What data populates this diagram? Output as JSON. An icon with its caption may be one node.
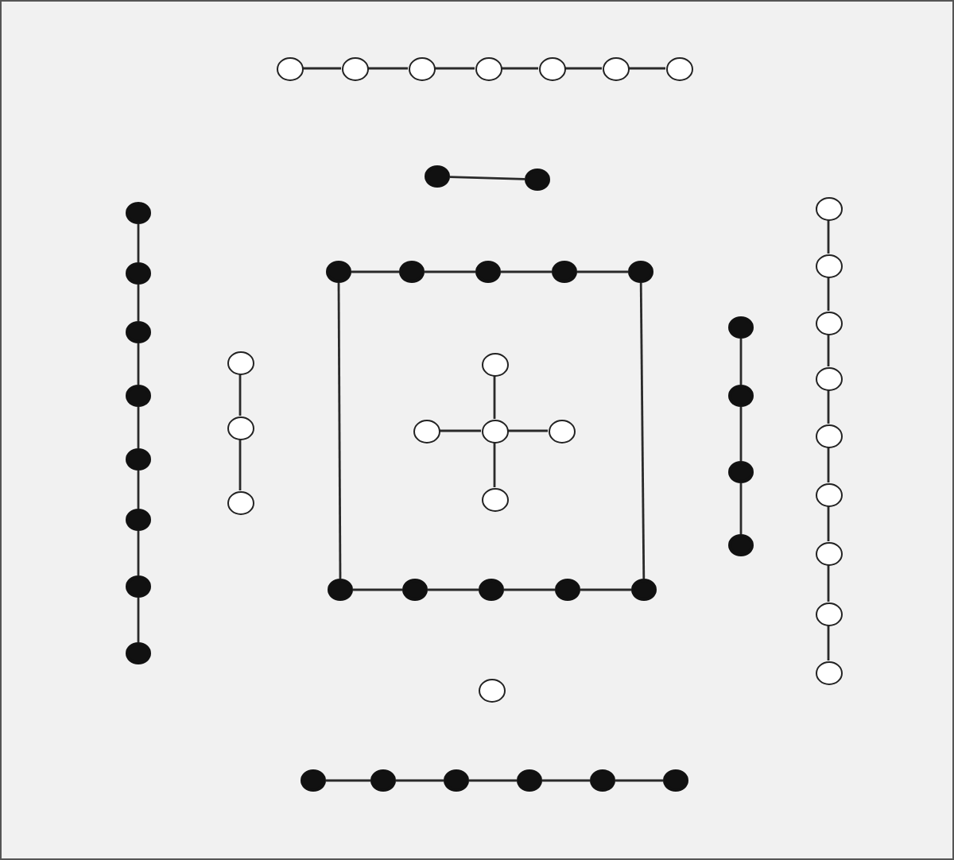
{
  "diagram": {
    "nodes": [
      {
        "text": [],
        "shape": "circle"
      },
      {
        "text": [],
        "shape": "circle"
      },
      {
        "text": [],
        "shape": "circle"
      },
      {
        "text": [],
        "shape": "circle"
      },
      {
        "text": [],
        "shape": "circle"
      },
      {
        "text": [],
        "shape": "circle"
      },
      {
        "text": [],
        "shape": "circle"
      },
      {
        "text": [],
        "shape": "dot"
      },
      {
        "text": [],
        "shape": "dot"
      },
      {
        "text": [],
        "shape": "dot"
      },
      {
        "text": [],
        "shape": "dot"
      },
      {
        "text": [],
        "shape": "dot"
      },
      {
        "text": [],
        "shape": "dot"
      },
      {
        "text": [],
        "shape": "dot"
      },
      {
        "text": [],
        "shape": "dot"
      },
      {
        "text": [],
        "shape": "dot"
      },
      {
        "text": [],
        "shape": "dot"
      },
      {
        "text": [],
        "shape": "circle"
      },
      {
        "text": [],
        "shape": "circle"
      },
      {
        "text": [],
        "shape": "circle"
      },
      {
        "text": [],
        "shape": "dot"
      },
      {
        "text": [],
        "shape": "dot"
      },
      {
        "text": [],
        "shape": "dot"
      },
      {
        "text": [],
        "shape": "dot"
      },
      {
        "text": [],
        "shape": "dot"
      },
      {
        "text": [],
        "shape": "circle"
      },
      {
        "text": [],
        "shape": "circle"
      },
      {
        "text": [],
        "shape": "circle"
      },
      {
        "text": [],
        "shape": "circle"
      },
      {
        "text": [],
        "shape": "circle"
      },
      {
        "text": [],
        "shape": "dot"
      },
      {
        "text": [],
        "shape": "dot"
      },
      {
        "text": [],
        "shape": "dot"
      },
      {
        "text": [],
        "shape": "dot"
      },
      {
        "text": [],
        "shape": "dot"
      },
      {
        "text": [],
        "shape": "dot"
      },
      {
        "text": [],
        "shape": "dot"
      },
      {
        "text": [],
        "shape": "dot"
      },
      {
        "text": [],
        "shape": "dot"
      },
      {
        "text": [],
        "shape": "circle"
      },
      {
        "text": [],
        "shape": "circle"
      },
      {
        "text": [],
        "shape": "circle"
      },
      {
        "text": [],
        "shape": "circle"
      },
      {
        "text": [],
        "shape": "circle"
      },
      {
        "text": [],
        "shape": "circle"
      },
      {
        "text": [],
        "shape": "circle"
      },
      {
        "text": [],
        "shape": "circle"
      },
      {
        "text": [],
        "shape": "circle"
      },
      {
        "text": [],
        "shape": "circle"
      },
      {
        "text": [],
        "shape": "dot"
      },
      {
        "text": [],
        "shape": "dot"
      },
      {
        "text": [],
        "shape": "dot"
      },
      {
        "text": [],
        "shape": "dot"
      },
      {
        "text": [],
        "shape": "dot"
      },
      {
        "text": [],
        "shape": "dot"
      }
    ],
    "edges": [
      {
        "from": 0,
        "to": 1,
        "arrow": "none"
      },
      {
        "from": 1,
        "to": 2,
        "arrow": "none"
      },
      {
        "from": 2,
        "to": 3,
        "arrow": "none"
      },
      {
        "from": 3,
        "to": 4,
        "arrow": "none"
      },
      {
        "from": 4,
        "to": 5,
        "arrow": "none"
      },
      {
        "from": 5,
        "to": 6,
        "arrow": "none"
      },
      {
        "from": 7,
        "to": 8,
        "arrow": "none"
      },
      {
        "from": 9,
        "to": 10,
        "arrow": "none"
      },
      {
        "from": 10,
        "to": 11,
        "arrow": "none"
      },
      {
        "from": 11,
        "to": 12,
        "arrow": "none"
      },
      {
        "from": 12,
        "to": 13,
        "arrow": "none"
      },
      {
        "from": 13,
        "to": 14,
        "arrow": "none"
      },
      {
        "from": 14,
        "to": 15,
        "arrow": "none"
      },
      {
        "from": 15,
        "to": 16,
        "arrow": "none"
      },
      {
        "from": 17,
        "to": 18,
        "arrow": "none"
      },
      {
        "from": 18,
        "to": 19,
        "arrow": "none"
      },
      {
        "from": 20,
        "to": 21,
        "arrow": "none"
      },
      {
        "from": 21,
        "to": 22,
        "arrow": "none"
      },
      {
        "from": 22,
        "to": 23,
        "arrow": "none"
      },
      {
        "from": 23,
        "to": 24,
        "arrow": "none"
      },
      {
        "from": 27,
        "to": 25,
        "arrow": "none"
      },
      {
        "from": 27,
        "to": 26,
        "arrow": "none"
      },
      {
        "from": 27,
        "to": 28,
        "arrow": "none"
      },
      {
        "from": 27,
        "to": 29,
        "arrow": "none"
      },
      {
        "from": 30,
        "to": 31,
        "arrow": "none"
      },
      {
        "from": 31,
        "to": 32,
        "arrow": "none"
      },
      {
        "from": 32,
        "to": 33,
        "arrow": "none"
      },
      {
        "from": 33,
        "to": 34,
        "arrow": "none"
      },
      {
        "from": 20,
        "to": 30,
        "arrow": "none"
      },
      {
        "from": 24,
        "to": 34,
        "arrow": "none"
      },
      {
        "from": 35,
        "to": 36,
        "arrow": "none"
      },
      {
        "from": 36,
        "to": 37,
        "arrow": "none"
      },
      {
        "from": 37,
        "to": 38,
        "arrow": "none"
      },
      {
        "from": 39,
        "to": 40,
        "arrow": "none"
      },
      {
        "from": 40,
        "to": 41,
        "arrow": "none"
      },
      {
        "from": 41,
        "to": 42,
        "arrow": "none"
      },
      {
        "from": 42,
        "to": 43,
        "arrow": "none"
      },
      {
        "from": 43,
        "to": 44,
        "arrow": "none"
      },
      {
        "from": 44,
        "to": 45,
        "arrow": "none"
      },
      {
        "from": 45,
        "to": 46,
        "arrow": "none"
      },
      {
        "from": 46,
        "to": 47,
        "arrow": "none"
      },
      {
        "from": 49,
        "to": 50,
        "arrow": "none"
      },
      {
        "from": 50,
        "to": 51,
        "arrow": "none"
      },
      {
        "from": 51,
        "to": 52,
        "arrow": "none"
      },
      {
        "from": 52,
        "to": 53,
        "arrow": "none"
      },
      {
        "from": 53,
        "to": 54,
        "arrow": "none"
      }
    ]
  }
}
